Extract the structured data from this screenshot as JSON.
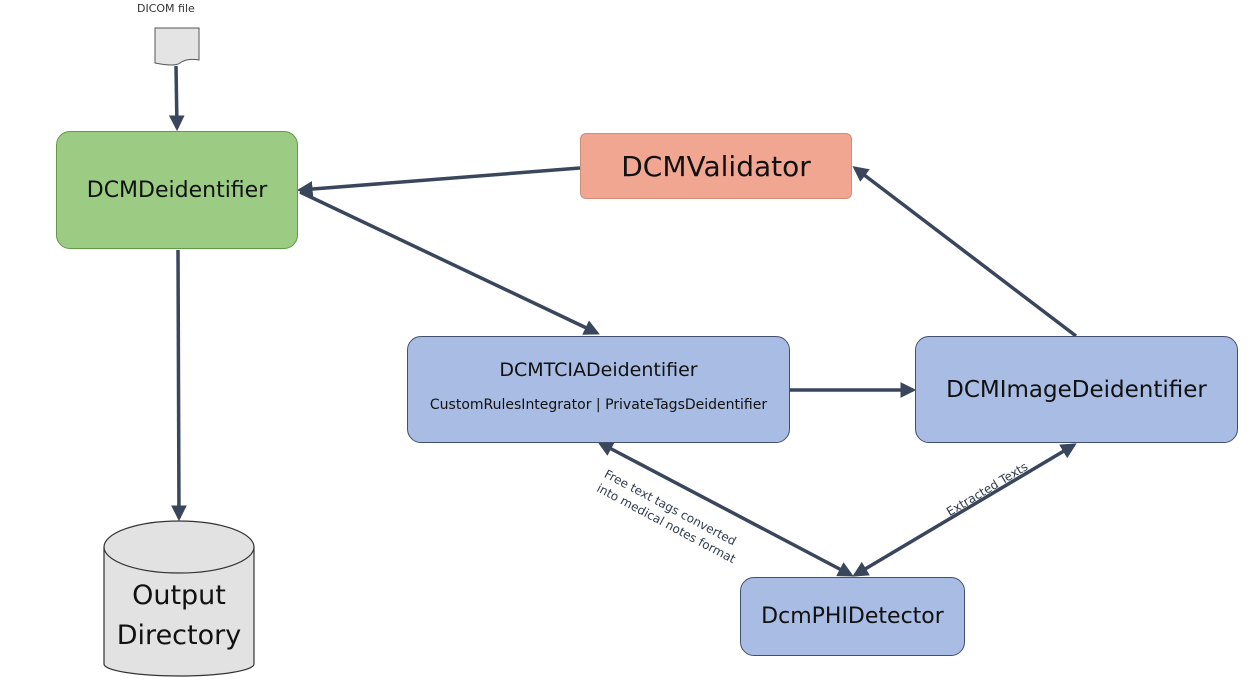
{
  "file": {
    "label": "DICOM file"
  },
  "nodes": {
    "deidentifier": {
      "label": "DCMDeidentifier",
      "color": "#9ccc84"
    },
    "validator": {
      "label": "DCMValidator",
      "color": "#f0a691"
    },
    "tcia": {
      "label": "DCMTCIADeidentifier",
      "sublabel": "CustomRulesIntegrator | PrivateTagsDeidentifier",
      "color": "#a9bde4"
    },
    "image": {
      "label": "DCMImageDeidentifier",
      "color": "#a9bde4"
    },
    "phi": {
      "label": "DcmPHIDetector",
      "color": "#a9bde4"
    }
  },
  "output": {
    "line1": "Output",
    "line2": "Directory",
    "color": "#e2e2e2"
  },
  "edge_labels": {
    "free_text_line1": "Free text tags converted",
    "free_text_line2": "into medical notes format",
    "extracted": "Extracted Texts"
  },
  "colors": {
    "edge": "#3a465c"
  }
}
